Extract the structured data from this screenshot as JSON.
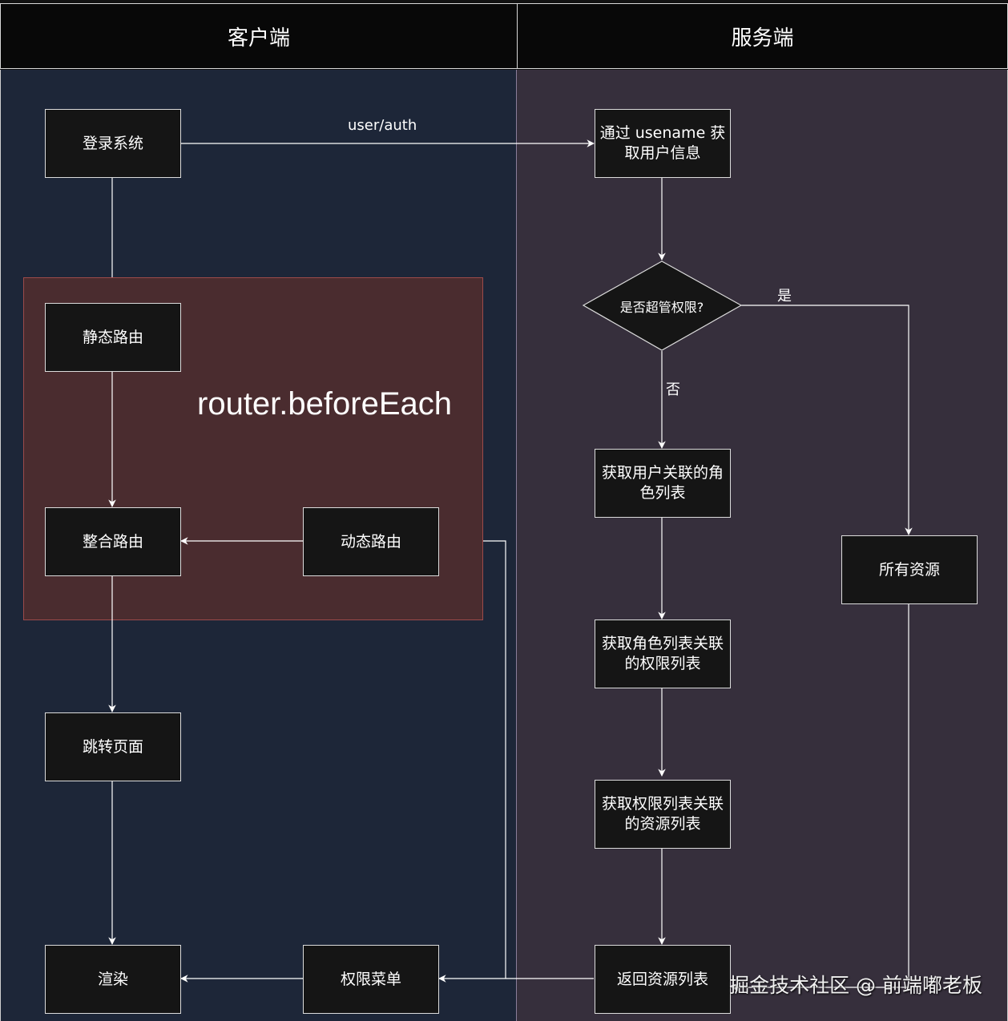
{
  "lanes": {
    "client": "客户端",
    "server": "服务端"
  },
  "group": {
    "label": "router.beforeEach"
  },
  "nodes": {
    "login": "登录系统",
    "get_user": "通过 usename 获取用户信息",
    "is_admin": "是否超管权限?",
    "static_route": "静态路由",
    "merge_route": "整合路由",
    "dynamic_route": "动态路由",
    "get_roles": "获取用户关联的角色列表",
    "all_resources": "所有资源",
    "get_permissions": "获取角色列表关联的权限列表",
    "jump_page": "跳转页面",
    "get_resources": "获取权限列表关联的资源列表",
    "render": "渲染",
    "perm_menu": "权限菜单",
    "return_resources": "返回资源列表"
  },
  "edge_labels": {
    "auth": "user/auth",
    "yes": "是",
    "no": "否"
  },
  "colors": {
    "client_lane": "#1d2638",
    "server_lane": "#362f3c",
    "group_fill": "#4a2c2f",
    "node_fill": "#151515",
    "line": "#ffffff"
  },
  "watermark": "掘金技术社区 @ 前端嘟老板"
}
